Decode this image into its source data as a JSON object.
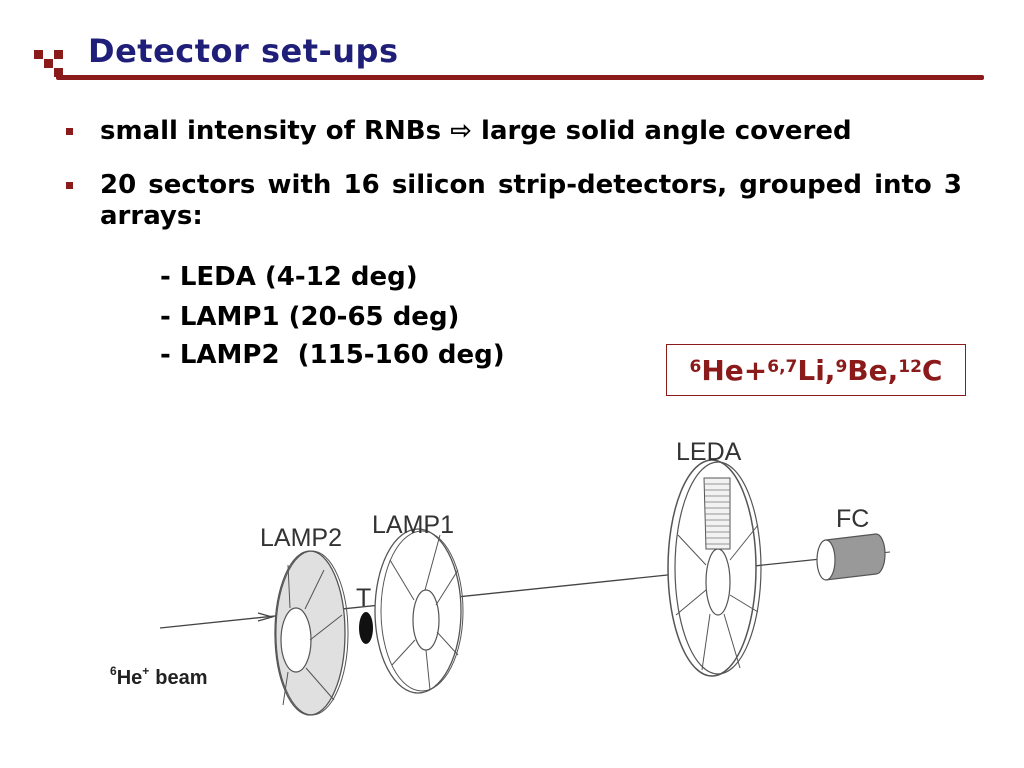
{
  "title": "Detector set-ups",
  "bullets": [
    {
      "before": "small intensity of RNBs",
      "arrow": "⇨",
      "after": "large solid angle covered"
    },
    {
      "text": "20 sectors with 16 silicon strip-detectors, grouped into 3 arrays:"
    }
  ],
  "sub_items": [
    "- LEDA (4-12 deg)",
    "- LAMP1 (20-65 deg)",
    "- LAMP2  (115-160 deg)"
  ],
  "reaction": {
    "p1_sup": "6",
    "p1": "He+",
    "p2_sup": "6,7",
    "p2": "Li,",
    "p3_sup": "9",
    "p3": "Be,",
    "p4_sup": "12",
    "p4": "C"
  },
  "diagram": {
    "leda": "LEDA",
    "fc": "FC",
    "lamp2": "LAMP2",
    "lamp1": "LAMP1",
    "target": "T",
    "beam_sup_mass": "6",
    "beam_element": "He",
    "beam_sup_charge": "+",
    "beam_word": "beam"
  },
  "colors": {
    "title": "#1f1f7a",
    "accent": "#8b1a1a",
    "lamp2_fill": "#e0e0e0"
  }
}
